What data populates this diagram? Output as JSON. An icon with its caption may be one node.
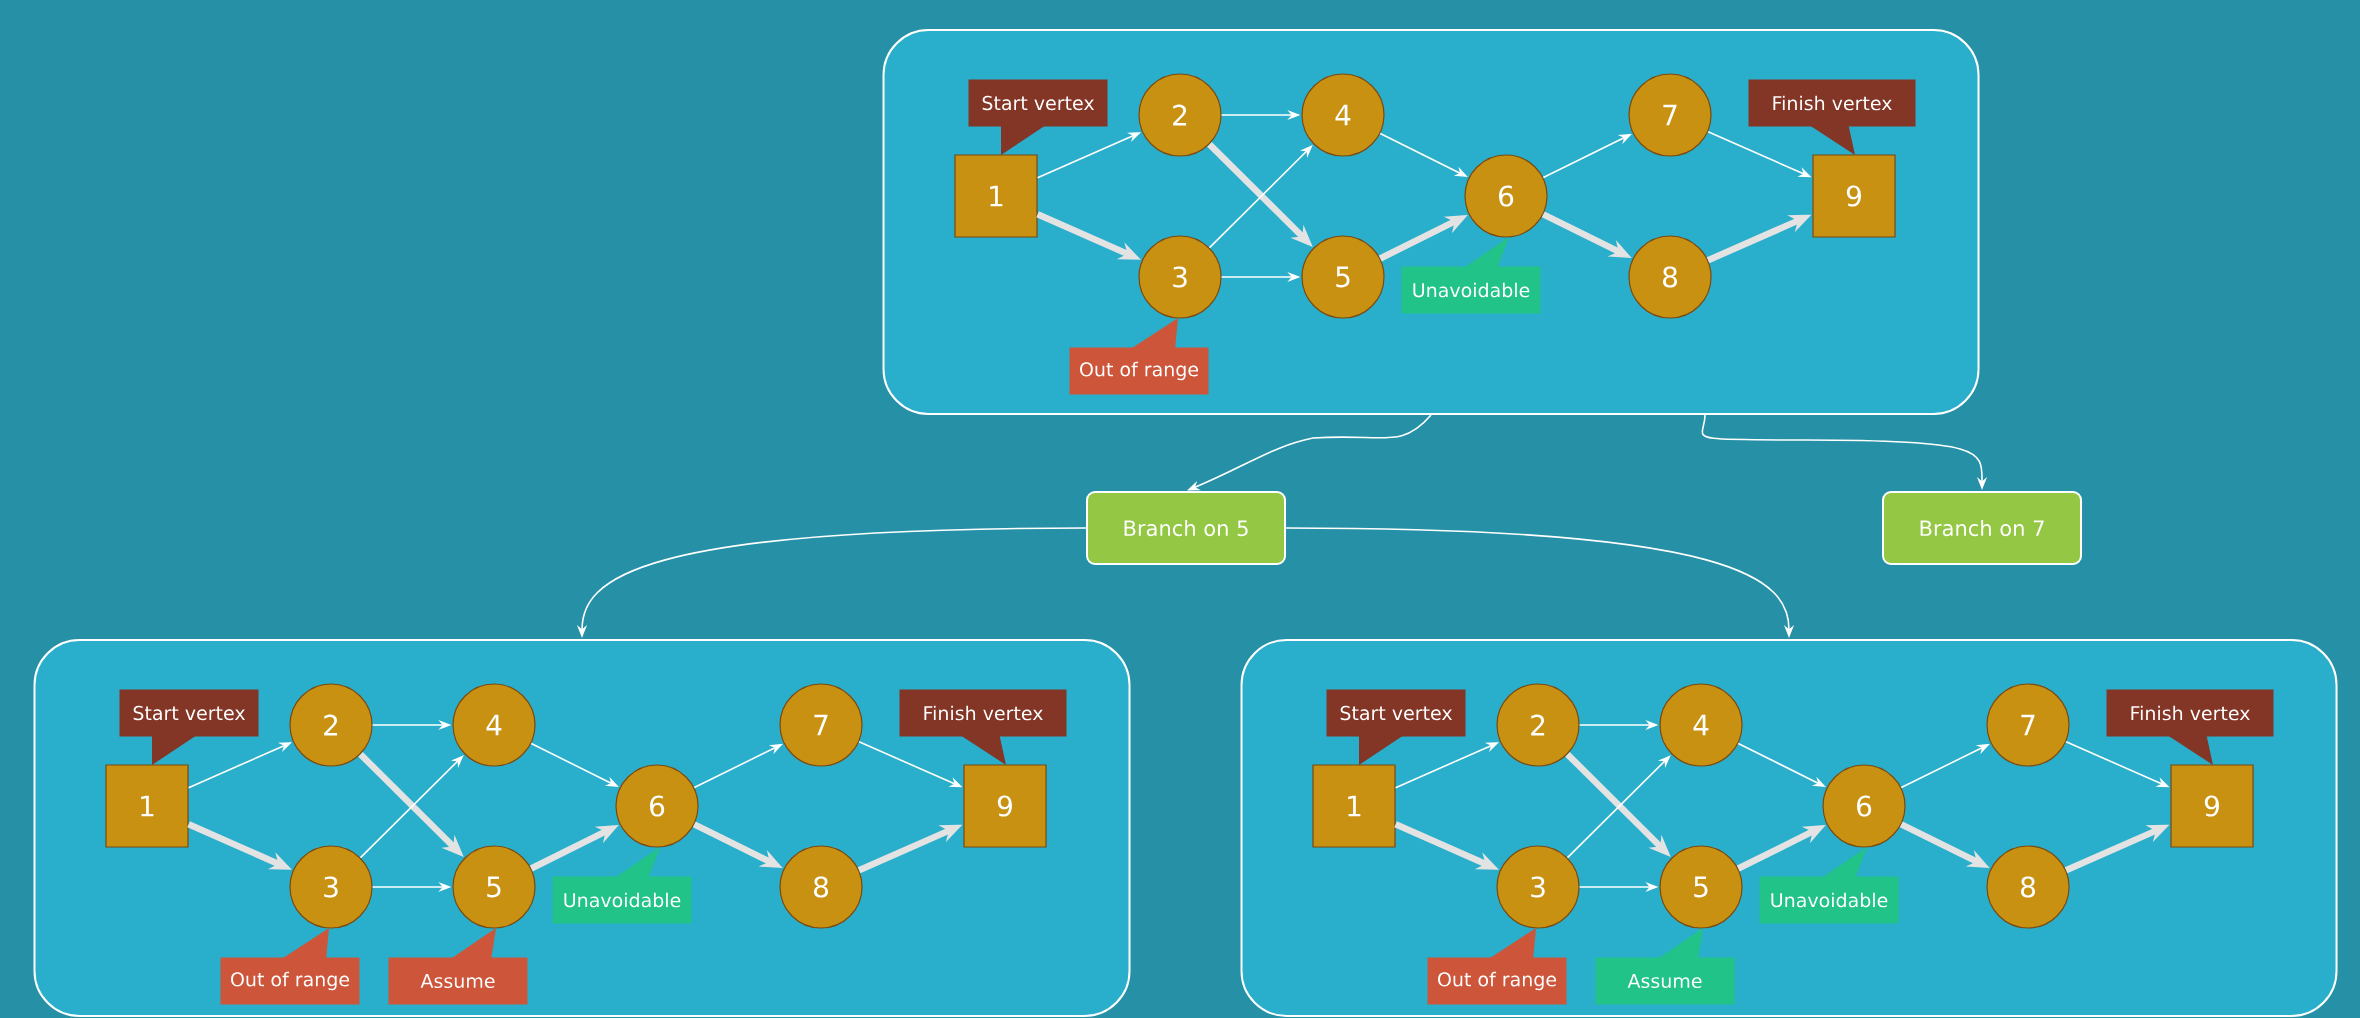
{
  "diagram": {
    "nodes": [
      {
        "text": [],
        "shape": "box"
      },
      {
        "text": [
          "1"
        ],
        "in": 0
      },
      {
        "text": [
          "2"
        ],
        "in": 0
      },
      {
        "text": [
          "3"
        ],
        "in": 0
      },
      {
        "text": [
          "4"
        ],
        "in": 0
      },
      {
        "text": [
          "5"
        ],
        "in": 0
      },
      {
        "text": [
          "6"
        ],
        "in": 0
      },
      {
        "text": [
          "7"
        ],
        "in": 0
      },
      {
        "text": [
          "8"
        ],
        "in": 0
      },
      {
        "text": [
          "9"
        ],
        "in": 0
      },
      {
        "text": [
          "Start vertex"
        ],
        "in": 0
      },
      {
        "text": [
          "Out of range"
        ],
        "in": 0
      },
      {
        "text": [
          "Unavoidable"
        ],
        "in": 0
      },
      {
        "text": [
          "Finish vertex"
        ],
        "in": 0
      },
      {
        "text": [
          "Branch on 5"
        ]
      },
      {
        "text": [
          "Branch on 7"
        ]
      },
      {
        "text": [],
        "shape": "box"
      },
      {
        "text": [
          "1"
        ],
        "in": 16
      },
      {
        "text": [
          "2"
        ],
        "in": 16
      },
      {
        "text": [
          "3"
        ],
        "in": 16
      },
      {
        "text": [
          "4"
        ],
        "in": 16
      },
      {
        "text": [
          "5"
        ],
        "in": 16
      },
      {
        "text": [
          "6"
        ],
        "in": 16
      },
      {
        "text": [
          "7"
        ],
        "in": 16
      },
      {
        "text": [
          "8"
        ],
        "in": 16
      },
      {
        "text": [
          "9"
        ],
        "in": 16
      },
      {
        "text": [
          "Start vertex"
        ],
        "in": 16
      },
      {
        "text": [
          "Out of range"
        ],
        "in": 16
      },
      {
        "text": [
          "Assume"
        ],
        "in": 16
      },
      {
        "text": [
          "Unavoidable"
        ],
        "in": 16
      },
      {
        "text": [
          "Finish vertex"
        ],
        "in": 16
      },
      {
        "text": [],
        "shape": "box"
      },
      {
        "text": [
          "1"
        ],
        "in": 31
      },
      {
        "text": [
          "2"
        ],
        "in": 31
      },
      {
        "text": [
          "3"
        ],
        "in": 31
      },
      {
        "text": [
          "4"
        ],
        "in": 31
      },
      {
        "text": [
          "5"
        ],
        "in": 31
      },
      {
        "text": [
          "6"
        ],
        "in": 31
      },
      {
        "text": [
          "7"
        ],
        "in": 31
      },
      {
        "text": [
          "8"
        ],
        "in": 31
      },
      {
        "text": [
          "9"
        ],
        "in": 31
      },
      {
        "text": [
          "Start vertex"
        ],
        "in": 31
      },
      {
        "text": [
          "Out of range"
        ],
        "in": 31
      },
      {
        "text": [
          "Assume"
        ],
        "in": 31
      },
      {
        "text": [
          "Unavoidable"
        ],
        "in": 31
      },
      {
        "text": [
          "Finish vertex"
        ],
        "in": 31
      }
    ],
    "edges": [
      {
        "from": 1,
        "to": 2,
        "arrow": "to"
      },
      {
        "from": 1,
        "to": 3,
        "arrow": "to",
        "style": "thick",
        "color": "#e3e3e3"
      },
      {
        "from": 2,
        "to": 4,
        "arrow": "to"
      },
      {
        "from": 2,
        "to": 5,
        "arrow": "to",
        "style": "thick",
        "color": "#e3e3e3"
      },
      {
        "from": 3,
        "to": 4,
        "arrow": "to"
      },
      {
        "from": 3,
        "to": 5,
        "arrow": "to"
      },
      {
        "from": 4,
        "to": 6,
        "arrow": "to"
      },
      {
        "from": 5,
        "to": 6,
        "arrow": "to",
        "style": "thick",
        "color": "#e3e3e3"
      },
      {
        "from": 6,
        "to": 7,
        "arrow": "to"
      },
      {
        "from": 6,
        "to": 8,
        "arrow": "to",
        "style": "thick",
        "color": "#e3e3e3"
      },
      {
        "from": 7,
        "to": 9,
        "arrow": "to"
      },
      {
        "from": 8,
        "to": 9,
        "arrow": "to",
        "style": "thick",
        "color": "#e3e3e3"
      },
      {
        "from": 0,
        "to": 14,
        "arrow": "to"
      },
      {
        "from": 0,
        "to": 15,
        "arrow": "to"
      },
      {
        "from": 14,
        "to": 16,
        "arrow": "to"
      },
      {
        "from": 14,
        "to": 31,
        "arrow": "to"
      },
      {
        "from": 17,
        "to": 18,
        "arrow": "to"
      },
      {
        "from": 17,
        "to": 19,
        "arrow": "to",
        "style": "thick",
        "color": "#e3e3e3"
      },
      {
        "from": 18,
        "to": 20,
        "arrow": "to"
      },
      {
        "from": 18,
        "to": 21,
        "arrow": "to",
        "style": "thick",
        "color": "#e3e3e3"
      },
      {
        "from": 19,
        "to": 20,
        "arrow": "to"
      },
      {
        "from": 19,
        "to": 21,
        "arrow": "to"
      },
      {
        "from": 20,
        "to": 22,
        "arrow": "to"
      },
      {
        "from": 21,
        "to": 22,
        "arrow": "to",
        "style": "thick",
        "color": "#e3e3e3"
      },
      {
        "from": 22,
        "to": 23,
        "arrow": "to"
      },
      {
        "from": 22,
        "to": 24,
        "arrow": "to",
        "style": "thick",
        "color": "#e3e3e3"
      },
      {
        "from": 23,
        "to": 25,
        "arrow": "to"
      },
      {
        "from": 24,
        "to": 25,
        "arrow": "to",
        "style": "thick",
        "color": "#e3e3e3"
      },
      {
        "from": 32,
        "to": 33,
        "arrow": "to"
      },
      {
        "from": 32,
        "to": 34,
        "arrow": "to",
        "style": "thick",
        "color": "#e3e3e3"
      },
      {
        "from": 33,
        "to": 35,
        "arrow": "to"
      },
      {
        "from": 33,
        "to": 36,
        "arrow": "to",
        "style": "thick",
        "color": "#e3e3e3"
      },
      {
        "from": 34,
        "to": 35,
        "arrow": "to"
      },
      {
        "from": 34,
        "to": 36,
        "arrow": "to"
      },
      {
        "from": 35,
        "to": 37,
        "arrow": "to"
      },
      {
        "from": 36,
        "to": 37,
        "arrow": "to",
        "style": "thick",
        "color": "#e3e3e3"
      },
      {
        "from": 37,
        "to": 38,
        "arrow": "to"
      },
      {
        "from": 37,
        "to": 39,
        "arrow": "to",
        "style": "thick",
        "color": "#e3e3e3"
      },
      {
        "from": 38,
        "to": 40,
        "arrow": "to"
      },
      {
        "from": 39,
        "to": 40,
        "arrow": "to",
        "style": "thick",
        "color": "#e3e3e3"
      }
    ]
  }
}
